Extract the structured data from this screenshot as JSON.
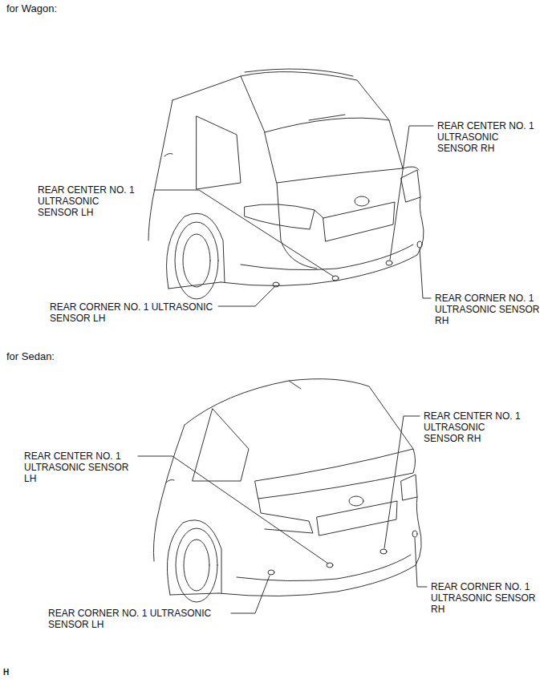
{
  "diagram": {
    "labels": [
      "for Wagon:",
      "REAR CENTER NO. 1 ULTRASONIC SENSOR RH",
      "REAR CENTER NO. 1 ULTRASONIC SENSOR LH",
      "REAR CORNER NO. 1 ULTRASONIC SENSOR LH",
      "REAR CORNER NO. 1 ULTRASONIC SENSOR RH",
      "for Sedan:",
      "REAR CENTER NO. 1 ULTRASONIC SENSOR RH",
      "REAR CENTER NO. 1 ULTRASONIC SENSOR LH",
      "REAR CORNER NO. 1 ULTRASONIC SENSOR LH",
      "REAR CORNER NO. 1 ULTRASONIC SENSOR RH",
      "H"
    ]
  }
}
